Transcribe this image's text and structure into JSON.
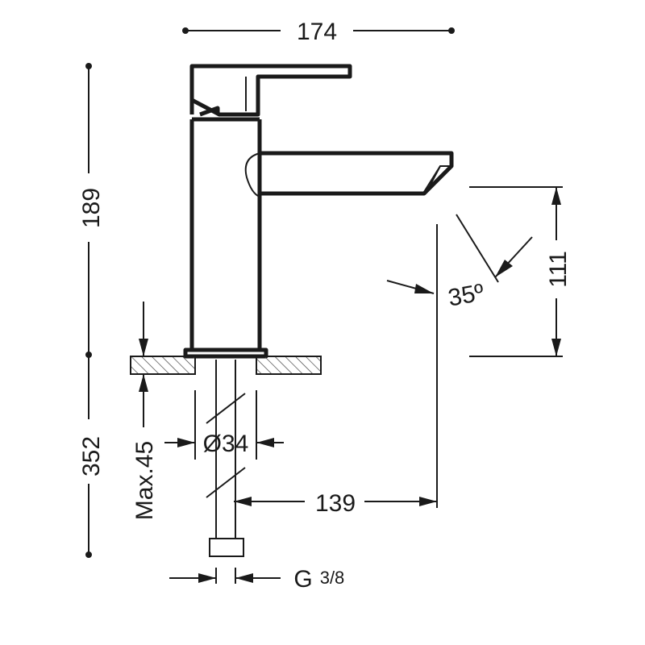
{
  "dimensions": {
    "overall_width": "174",
    "upper_height": "189",
    "lower_height": "352",
    "spout_clearance": "111",
    "handle_angle": "35º",
    "max_deck_thickness": "Max.45",
    "shank_diameter": "Ø34",
    "spout_reach": "139",
    "connection_thread": "G",
    "connection_thread_fraction": "3/8"
  },
  "colors": {
    "line": "#1a1a1a",
    "background": "#ffffff"
  }
}
